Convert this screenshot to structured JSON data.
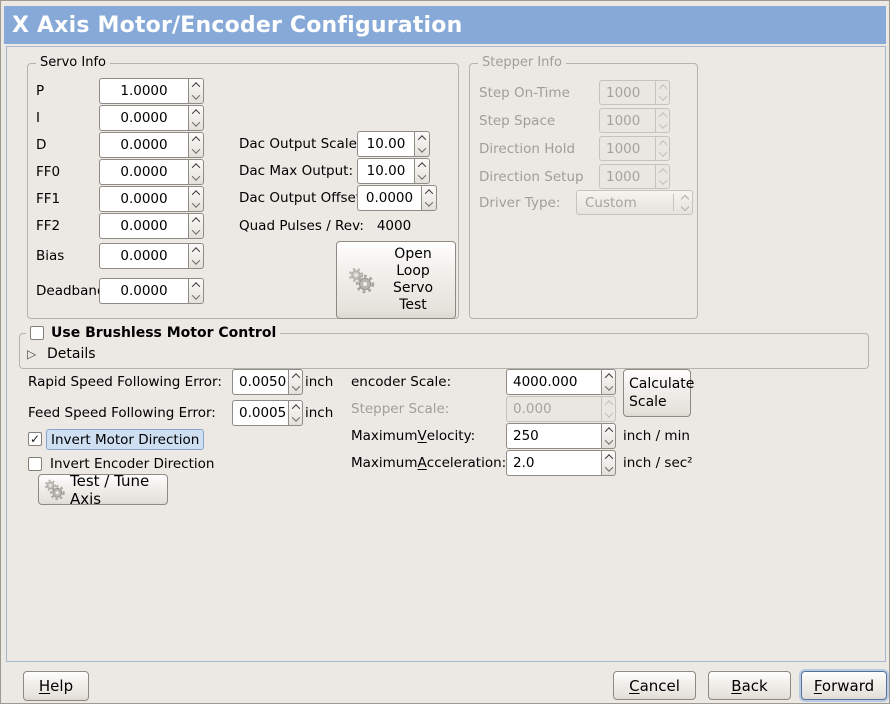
{
  "window": {
    "title": "X Axis Motor/Encoder Configuration"
  },
  "colors": {
    "titlebar": "#86a9d8",
    "focus_highlight": "#cfdff2",
    "panel_border": "#a6b8cd"
  },
  "icons": {
    "gears": "two-gray-gears",
    "expander": "▷",
    "checkmark": "✓",
    "spin_up": "˄",
    "spin_down": "˅"
  },
  "servo_frame": {
    "legend": "Servo Info",
    "rows": [
      {
        "label": "P",
        "value": "1.0000"
      },
      {
        "label": "I",
        "value": "0.0000"
      },
      {
        "label": "D",
        "value": "0.0000"
      },
      {
        "label": "FF0",
        "value": "0.0000"
      },
      {
        "label": "FF1",
        "value": "0.0000"
      },
      {
        "label": "FF2",
        "value": "0.0000"
      },
      {
        "label": "Bias",
        "value": "0.0000"
      },
      {
        "label": "Deadband",
        "value": "0.0000"
      }
    ]
  },
  "dac": {
    "rows": [
      {
        "label": "Dac Output Scale:",
        "value": "10.00"
      },
      {
        "label": "Dac Max Output:",
        "value": "10.00"
      },
      {
        "label": "Dac Output Offset:",
        "value": "0.0000"
      }
    ],
    "quad_label": "Quad Pulses / Rev:",
    "quad_value": "4000",
    "open_loop_button": "Open Loop Servo Test"
  },
  "stepper_frame": {
    "legend": "Stepper Info",
    "rows": [
      {
        "label": "Step On-Time",
        "value": "1000"
      },
      {
        "label": "Step Space",
        "value": "1000"
      },
      {
        "label": "Direction Hold",
        "value": "1000"
      },
      {
        "label": "Direction Setup",
        "value": "1000"
      }
    ],
    "driver_type_label": "Driver Type:",
    "driver_type_value": "Custom"
  },
  "brushless": {
    "checkbox_label": "Use Brushless Motor Control",
    "expander_label": "Details"
  },
  "following_error": {
    "rapid_label": "Rapid Speed Following Error:",
    "rapid_value": "0.0050",
    "rapid_unit": "inch",
    "feed_label": "Feed Speed Following Error:",
    "feed_value": "0.0005",
    "feed_unit": "inch"
  },
  "invert": {
    "motor_label": "Invert Motor Direction",
    "encoder_label": "Invert Encoder Direction"
  },
  "test_tune_button": "Test / Tune Axis",
  "scale": {
    "encoder_label": "encoder Scale:",
    "encoder_value": "4000.000",
    "calculate_button": "Calculate Scale",
    "stepper_label": "Stepper Scale:",
    "stepper_value": "0.000",
    "velocity_label": {
      "pre": "Maximum ",
      "key": "V",
      "post": "elocity:"
    },
    "velocity_value": "250",
    "velocity_unit": "inch / min",
    "accel_label": {
      "pre": "Maximum ",
      "key": "A",
      "post": "cceleration:"
    },
    "accel_value": "2.0",
    "accel_unit": "inch / sec²"
  },
  "footer": {
    "help": {
      "pre": "",
      "key": "H",
      "post": "elp"
    },
    "cancel": {
      "pre": "",
      "key": "C",
      "post": "ancel"
    },
    "back": {
      "pre": "",
      "key": "B",
      "post": "ack"
    },
    "forward": {
      "pre": "",
      "key": "F",
      "post": "orward"
    }
  }
}
